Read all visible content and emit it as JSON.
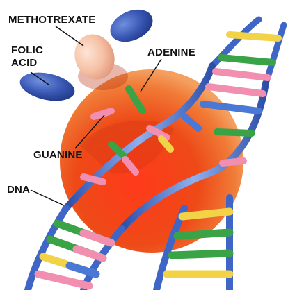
{
  "labels": {
    "methotrexate": "METHOTREXATE",
    "folic_acid": "FOLIC\nACID",
    "adenine": "ADENINE",
    "guanine": "GUANINE",
    "dna": "DNA"
  },
  "colors": {
    "enzyme": "#ef3a12",
    "enzyme_highlight": "#f7a35a",
    "dna_backbone": "#3f66c6",
    "dna_backbone_light": "#7fa2e8",
    "folic_acid": "#3654b0",
    "methotrexate": "#f6c0a4",
    "base_green": "#39a346",
    "base_yellow": "#f2d347",
    "base_pink": "#f28fb0",
    "base_blue": "#4a78d6"
  }
}
